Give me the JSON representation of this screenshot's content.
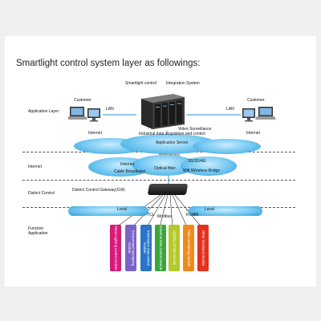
{
  "title": "Smartlight control system layer as followings:",
  "server_labels": {
    "left": "Smartlight control",
    "right": "Integration System"
  },
  "layers": {
    "application": "Application Layer",
    "internet": "Internet",
    "district": "District Control",
    "function_line1": "Function",
    "function_line2": "Application"
  },
  "left_client": {
    "customer": "Customer",
    "lan": "LAN",
    "internet": "Internet"
  },
  "right_client": {
    "customer": "Customer",
    "lan": "LAN",
    "internet": "Internet"
  },
  "application_texts": {
    "video": "Video Surveillance",
    "industrial": "Industrial data acquisition and control",
    "app_server": "Application Server"
  },
  "network": {
    "webservice": "Webservice",
    "internet": "Internet",
    "cable": "Cable Broadband",
    "optical": "Optical fiber",
    "mobile": "3G/3G/4G",
    "wifi": "Wifi /Wireless Bridge"
  },
  "district": {
    "gateway": "District Control Gateway(GW)",
    "local_left": "Local",
    "local_right": "Local",
    "protocols": [
      "TCL",
      "Modbus",
      "RS485"
    ]
  },
  "modules": [
    {
      "label": "Street Lighting control module",
      "color": "#d61a78"
    },
    {
      "label": "Environment monitoring module",
      "color": "#7a63c8"
    },
    {
      "label": "Information data control module",
      "color": "#2b74c7"
    },
    {
      "label": "Industrial data Control Module",
      "color": "#3aa53a"
    },
    {
      "label": "Lighting control module",
      "color": "#b5c92a"
    },
    {
      "label": "Video monitoring module",
      "color": "#f08a1a"
    },
    {
      "label": "Other functional module",
      "color": "#e5301e"
    }
  ]
}
